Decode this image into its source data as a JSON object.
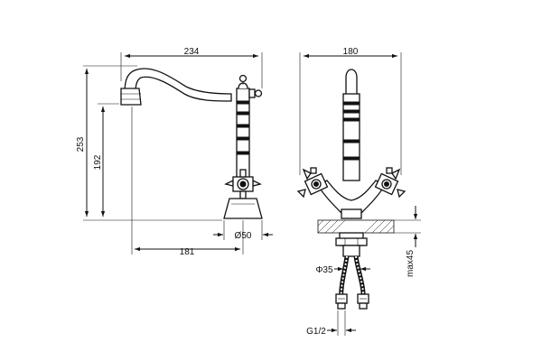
{
  "side_view": {
    "spout_reach": "234",
    "total_height": "253",
    "outlet_height": "192",
    "axis_to_outlet": "181",
    "base_diameter": "Ø50"
  },
  "front_view": {
    "handle_span": "180",
    "max_thickness": "max45",
    "hose_diameter": "Φ35",
    "connection_thread": "G1/2"
  }
}
